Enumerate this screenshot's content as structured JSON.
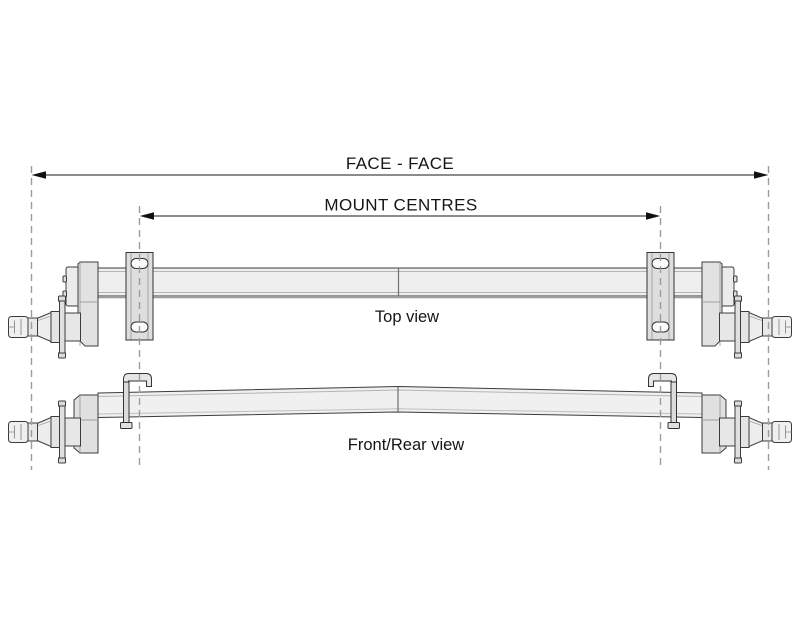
{
  "drawing": {
    "kind": "trailer-axle-assembly-technical-diagram",
    "dimension_labels": {
      "face_face": "FACE - FACE",
      "mount_centres": "MOUNT CENTRES"
    },
    "view_labels": {
      "top": "Top view",
      "front_rear": "Front/Rear view"
    },
    "colors": {
      "background": "#ffffff",
      "outline": "#3c3c3c",
      "fill_light": "#efefef",
      "fill_mid": "#e0e0e0",
      "dimension_line": "#8c8c8c",
      "arrowhead": "#111111",
      "centerline_dash": "#9c9c9c",
      "text": "#151515"
    }
  }
}
